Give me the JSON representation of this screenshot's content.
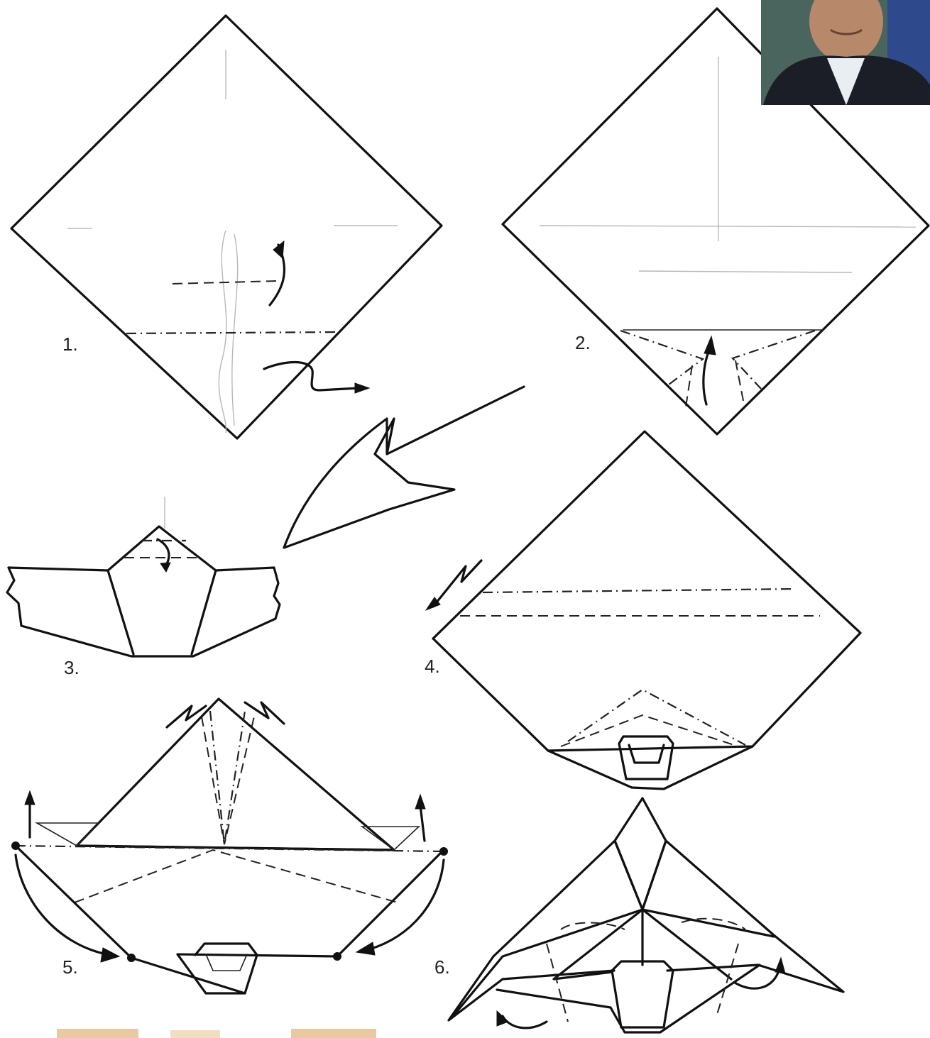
{
  "steps": [
    {
      "label": "1."
    },
    {
      "label": "2."
    },
    {
      "label": "3."
    },
    {
      "label": "4."
    },
    {
      "label": "5."
    },
    {
      "label": "6."
    }
  ],
  "colors": {
    "line": "#111111",
    "faint": "#b8b8b8",
    "jacket": "#1b1e26",
    "skin": "#b7896a",
    "shirt": "#e9eef3",
    "photo_bg": "#49655e",
    "scrap": "#e8c9a1"
  }
}
